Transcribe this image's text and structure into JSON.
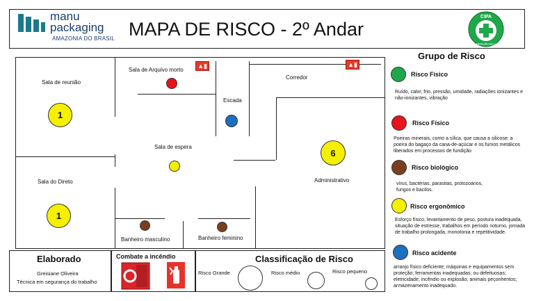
{
  "header": {
    "brand_line1": "manu",
    "brand_line2": "packaging",
    "brand_line3": "AMAZONIA DO BRASIL",
    "title": "MAPA DE RISCO - 2º Andar",
    "cipa_label": "CIPA",
    "cipa_sub": "SEGURANÇA"
  },
  "colors": {
    "green": "#1fa84a",
    "red": "#e8141b",
    "brown": "#7b3f1d",
    "yellow": "#f5ef00",
    "blue": "#1d6fc0",
    "extinguisher": "#e23d2a"
  },
  "rooms": {
    "reuniao": "Sala de reunião",
    "arquivo": "Sala de Arquivo morto",
    "escada": "Escada",
    "corredor": "Corredor",
    "espera": "Sala de espera",
    "diretor": "Sala do Direto",
    "administrativo": "Administrativo",
    "banheiro_masc": "Banheiro masculino",
    "banheiro_fem": "Banheiro feminino"
  },
  "risks": {
    "reuniao_count": "1",
    "diretor_count": "1",
    "admin_count": "6"
  },
  "legend": {
    "title": "Grupo de Risco",
    "items": [
      {
        "name": "Risco Físico",
        "desc": "Ruído, calor, frio, pressão, umidade, radiações ionizantes e não-ionizantes, vibração"
      },
      {
        "name": "Risco Físico",
        "desc": "Poeiras minerais, como a sílica, que causa a silicose; a poeira do bagaço da cana-de-açúcar e os fumos metálicos liberados em processos de fundição"
      },
      {
        "name": "Risco biológico",
        "desc": "vírus, bactérias, parasitas, protozoários, fungos e bacilos."
      },
      {
        "name": "Risco  ergonômico",
        "desc": "Esforço físico, levantamento de peso, postura inadequada, situação de estresse, trabalhos em período noturno, jornada de trabalho prolongada, monotonia e repetitividade."
      },
      {
        "name": "Risco acidente",
        "desc": "arranjo físico deficiente; máquinas e equipamentos sem proteção; ferramentas inadequadas; ou defeituosas; eletricidade; incêndio ou explosão; animais peçonhentos; armazenamento inadequado."
      }
    ]
  },
  "footer": {
    "elaborado_title": "Elaborado",
    "author": "Greisiane Oliveira",
    "role": "Técnica em segurança do trabalho",
    "combate_title": "Combate a incêndio",
    "classificacao_title": "Classificação de Risco",
    "grande": "Risco Grande",
    "medio": "Risco médio",
    "pequeno": "Risco pequeno"
  }
}
